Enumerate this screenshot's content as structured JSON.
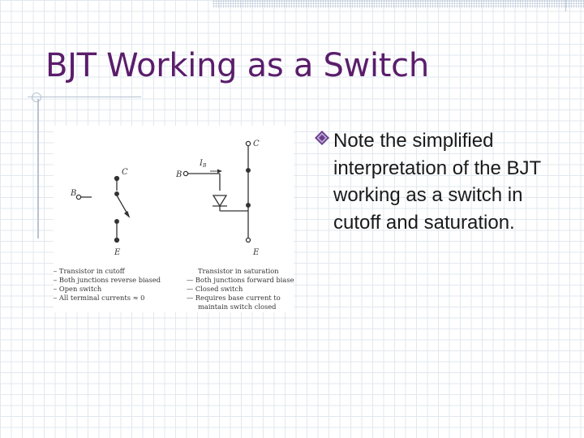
{
  "slide": {
    "title": "BJT Working as a Switch",
    "bullet": "Note the simplified interpretation of the BJT working as a switch in cutoff and saturation."
  },
  "figure": {
    "cutoff": {
      "labels": {
        "collector": "C",
        "base": "B",
        "emitter": "E"
      },
      "notes": [
        "— Transistor in cutoff",
        "— Both junctions reverse biased",
        "— Open switch",
        "— All terminal currents ≈ 0"
      ]
    },
    "saturation": {
      "labels": {
        "collector": "C",
        "base": "B",
        "emitter": "E",
        "base_current": "I",
        "base_current_sub": "B"
      },
      "notes": [
        "Transistor in saturation",
        "— Both junctions forward biased",
        "— Closed switch",
        "— Requires base current to",
        "maintain switch closed"
      ]
    }
  },
  "colors": {
    "title": "#5a1d6b",
    "decor": "#b7c3d2",
    "text": "#1a1a1a"
  }
}
